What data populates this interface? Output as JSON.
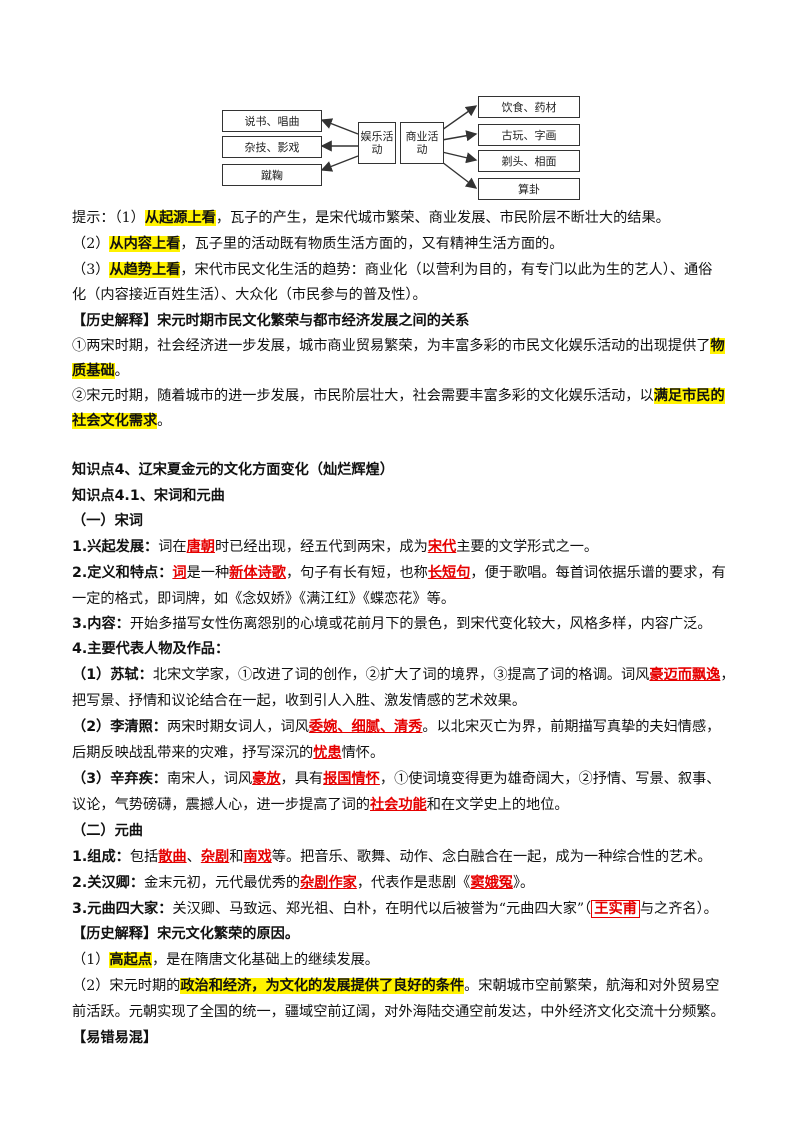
{
  "diagram": {
    "left": [
      "说书、唱曲",
      "杂技、影戏",
      "蹴鞠"
    ],
    "center": [
      "娱乐活动",
      "商业活动"
    ],
    "right": [
      "饮食、药材",
      "古玩、字画",
      "剃头、相面",
      "算卦"
    ]
  },
  "hint": {
    "p1": [
      "提示：（1）",
      "从起源上看",
      "，瓦子的产生，是宋代城市繁荣、商业发展、市民阶层不断壮大的结果。"
    ],
    "p2": [
      "（2）",
      "从内容上看",
      "，瓦子里的活动既有物质生活方面的，又有精神生活方面的。"
    ],
    "p3a": [
      "（3）",
      "从趋势上看",
      "，宋代市民文化生活的趋势：商业化（以营利为目的，有专门以此为生的艺人）、通俗"
    ],
    "p3b": "化（内容接近百姓生活）、大众化（市民参与的普及性）。"
  },
  "explain1": {
    "title": "【历史解释】宋元时期市民文化繁荣与都市经济发展之间的关系",
    "p1a": [
      "①两宋时期，社会经济进一步发展，城市商业贸易繁荣，为丰富多彩的市民文化娱乐活动的出现提供了",
      "物"
    ],
    "p1b": [
      "质基础",
      "。"
    ],
    "p2a": [
      "②宋元时期，随着城市的进一步发展，市民阶层壮大，社会需要丰富多彩的文化娱乐活动，以",
      "满足市民的"
    ],
    "p2b": [
      "社会文化需求",
      "。"
    ]
  },
  "kp4": {
    "title": "知识点4、辽宋夏金元的文化方面变化（灿烂辉煌）",
    "sub": "知识点4.1、宋词和元曲",
    "s1": "（一）宋词",
    "l1": [
      "1.兴起发展：",
      "词在",
      "唐朝",
      "时已经出现，经五代到两宋，成为",
      "宋代",
      "主要的文学形式之一。"
    ],
    "l2": [
      "2.定义和特点：",
      "词",
      "是一种",
      "新体诗歌",
      "，句子有长有短，也称",
      "长短句",
      "，便于歌唱。每首词依据乐谱的要求，有"
    ],
    "l2b": "一定的格式，即词牌，如《念奴娇》《满江红》《蝶恋花》等。",
    "l3": [
      "3.内容：",
      "开始多描写女性伤离怨别的心境或花前月下的景色，到宋代变化较大，风格多样，内容广泛。"
    ],
    "l4": "4.主要代表人物及作品：",
    "su1": [
      "（1）苏轼：",
      "北宋文学家，①改进了词的创作，②扩大了词的境界，③提高了词的格调。词风",
      "豪迈而飘逸",
      "，"
    ],
    "su1b": "把写景、抒情和议论结合在一起，收到引人入胜、激发情感的艺术效果。",
    "li1": [
      "（2）李清照：",
      "两宋时期女词人，词风",
      "委婉、细腻、清秀",
      "。以北宋灭亡为界，前期描写真挚的夫妇情感，"
    ],
    "li1b": [
      "后期反映战乱带来的灾难，抒写深沉的",
      "忧患",
      "情怀。"
    ],
    "xin1": [
      "（3）辛弃疾：",
      "南宋人，词风",
      "豪放",
      "，具有",
      "报国情怀",
      "，①使词境变得更为雄奇阔大，②抒情、写景、叙事、"
    ],
    "xin1b": [
      "议论，气势磅礴，震撼人心，进一步提高了词的",
      "社会功能",
      "和在文学史上的地位。"
    ],
    "s2": "（二）元曲",
    "y1": [
      "1.组成：",
      "包括",
      "散曲",
      "、",
      "杂剧",
      "和",
      "南戏",
      "等。把音乐、歌舞、动作、念白融合在一起，成为一种综合性的艺术。"
    ],
    "y2": [
      "2.关汉卿：",
      "金末元初，元代最优秀的",
      "杂剧作家",
      "，代表作是悲剧《",
      "窦娥冤",
      "》。"
    ],
    "y3": [
      "3.元曲四大家：",
      "关汉卿、马致远、郑光祖、白朴，在明代以后被誉为“元曲四大家”（",
      "王实甫",
      "与之齐名）。"
    ]
  },
  "explain2": {
    "title": "【历史解释】宋元文化繁荣的原因。",
    "p1": [
      "（1）",
      "高起点",
      "，是在隋唐文化基础上的继续发展。"
    ],
    "p2a": [
      "（2）宋元时期的",
      "政治和经济，为文化的发展提供了良好的条件",
      "。宋朝城市空前繁荣，航海和对外贸易空"
    ],
    "p2b": "前活跃。元朝实现了全国的统一，疆域空前辽阔，对外海陆交通空前发达，中外经济文化交流十分频繁。",
    "tail": "【易错易混】"
  }
}
